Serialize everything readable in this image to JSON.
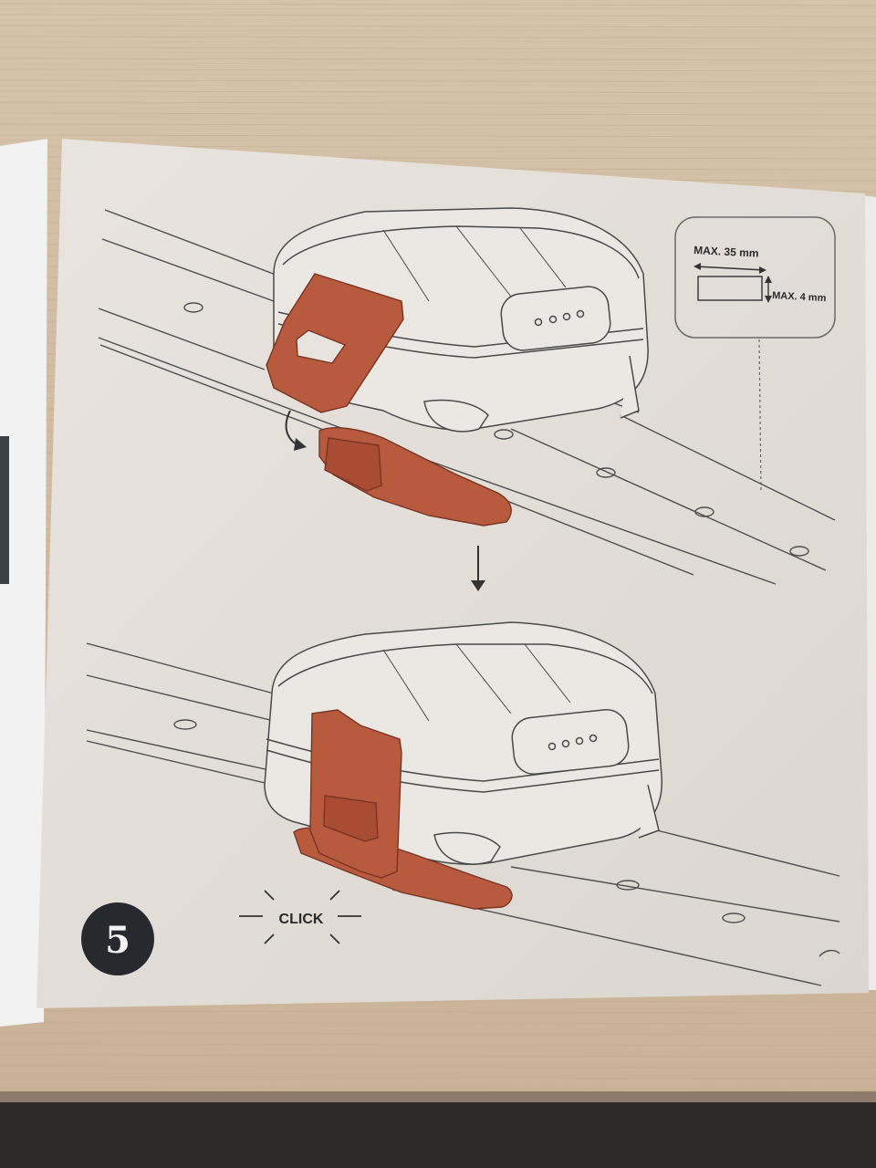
{
  "colors": {
    "table": "#d2bea5",
    "paper": "#e6e1dc",
    "line": "#5a5a5a",
    "clip": "#b85a3e",
    "badge": "#26292e"
  },
  "dimensions": {
    "max_length": "MAX. 35 mm",
    "max_thickness": "MAX. 4 mm"
  },
  "sound_label": "CLICK",
  "step_number": "5"
}
